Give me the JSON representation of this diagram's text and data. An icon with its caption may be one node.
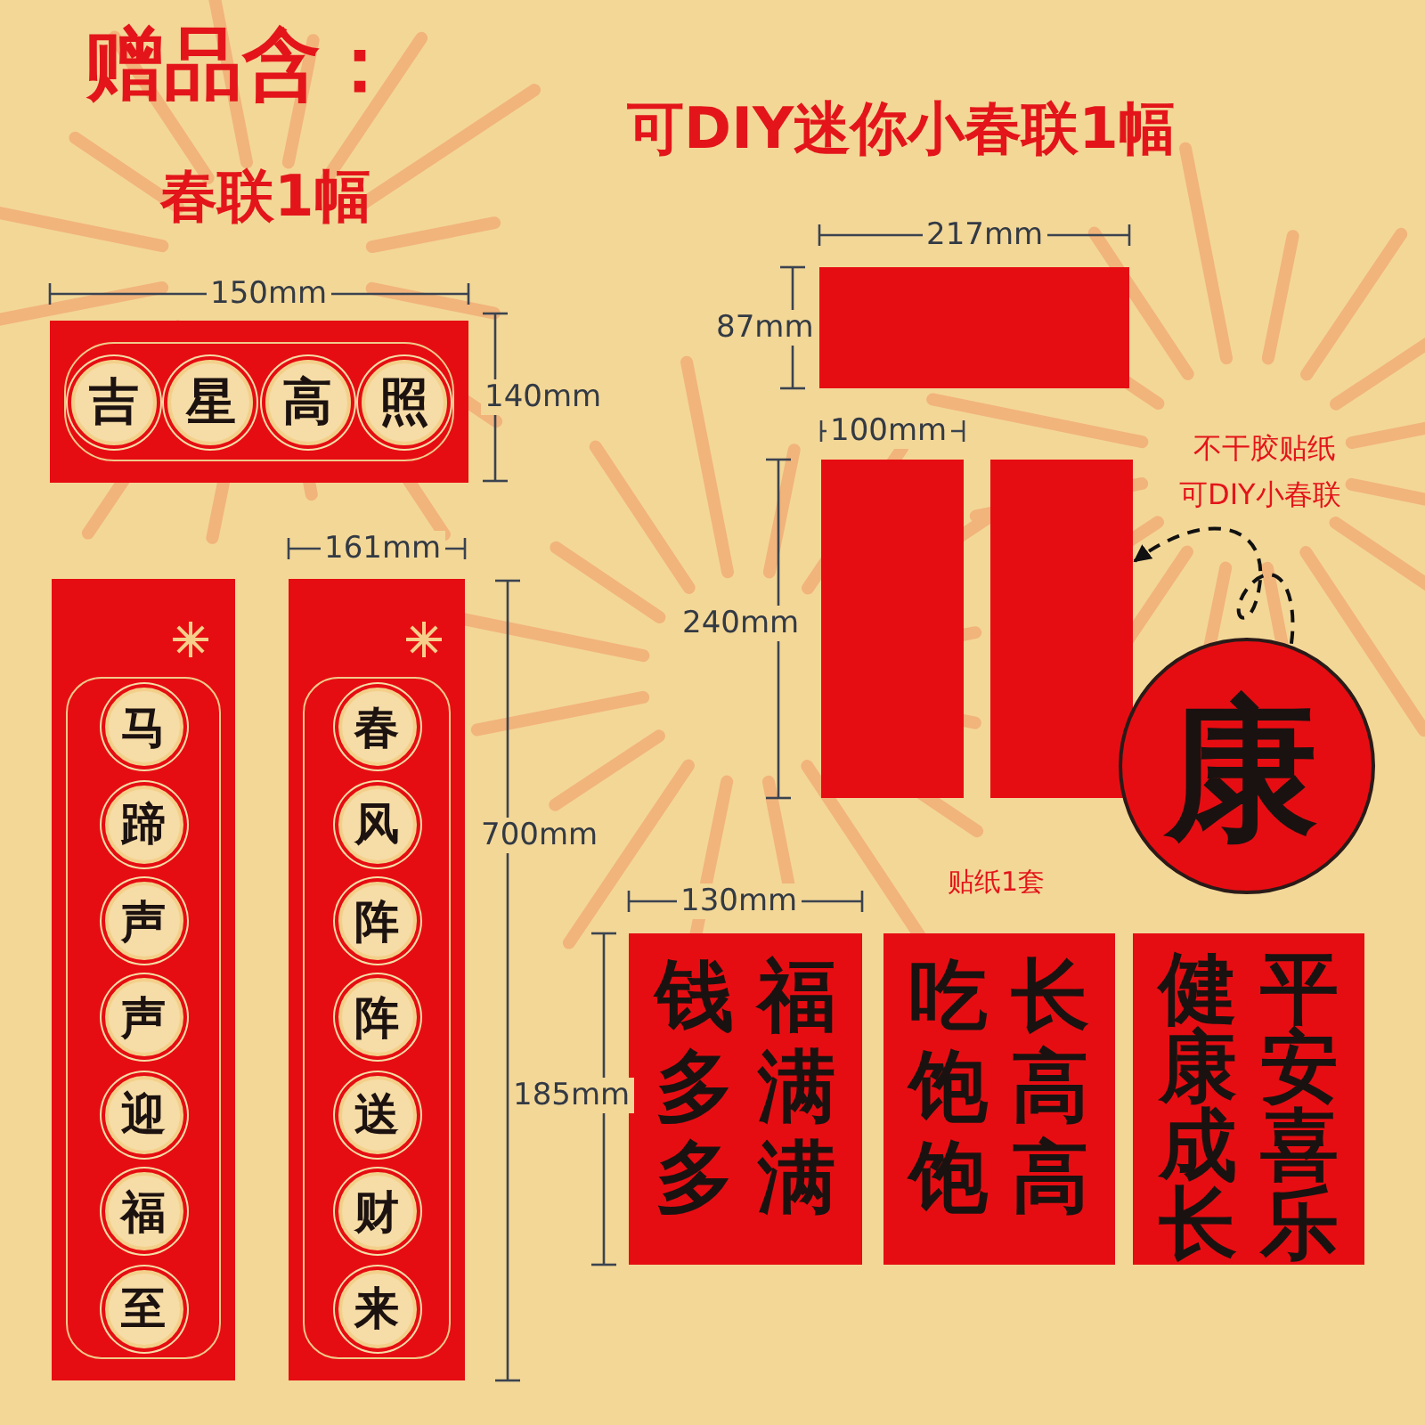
{
  "diagram": {
    "title": "赠品含：",
    "nodes": [
      {
        "text": [
          "吉",
          "星",
          "高",
          "照"
        ]
      },
      {
        "text": [
          "马",
          "蹄",
          "声",
          "声",
          "迎",
          "福",
          "至"
        ]
      },
      {
        "text": [
          "春",
          "风",
          "阵",
          "阵",
          "送",
          "财",
          "来"
        ]
      },
      {
        "text": [],
        "shape": "box"
      },
      {
        "text": [],
        "shape": "box"
      },
      {
        "text": [],
        "shape": "box"
      },
      {
        "text": [
          "钱",
          "福",
          "多",
          "满",
          "多",
          "满"
        ]
      },
      {
        "text": [
          "吃",
          "长",
          "饱",
          "高",
          "饱",
          "高"
        ]
      },
      {
        "text": [
          "健",
          "平",
          "康",
          "安",
          "成",
          "喜",
          "长",
          "乐"
        ]
      },
      {
        "text": [
          "康"
        ]
      }
    ],
    "edges": [
      {
        "from": 9,
        "to": 5,
        "arrow": "to",
        "style": "dashed"
      }
    ],
    "labels": [
      "春联1幅",
      "可DIY迷你小春联1幅",
      "150mm",
      "140mm",
      "217mm",
      "87mm",
      "100mm",
      "不干胶贴纸",
      "可DIY小春联",
      "161mm",
      "240mm",
      "700mm",
      "贴纸1套",
      "130mm",
      "185mm"
    ]
  }
}
